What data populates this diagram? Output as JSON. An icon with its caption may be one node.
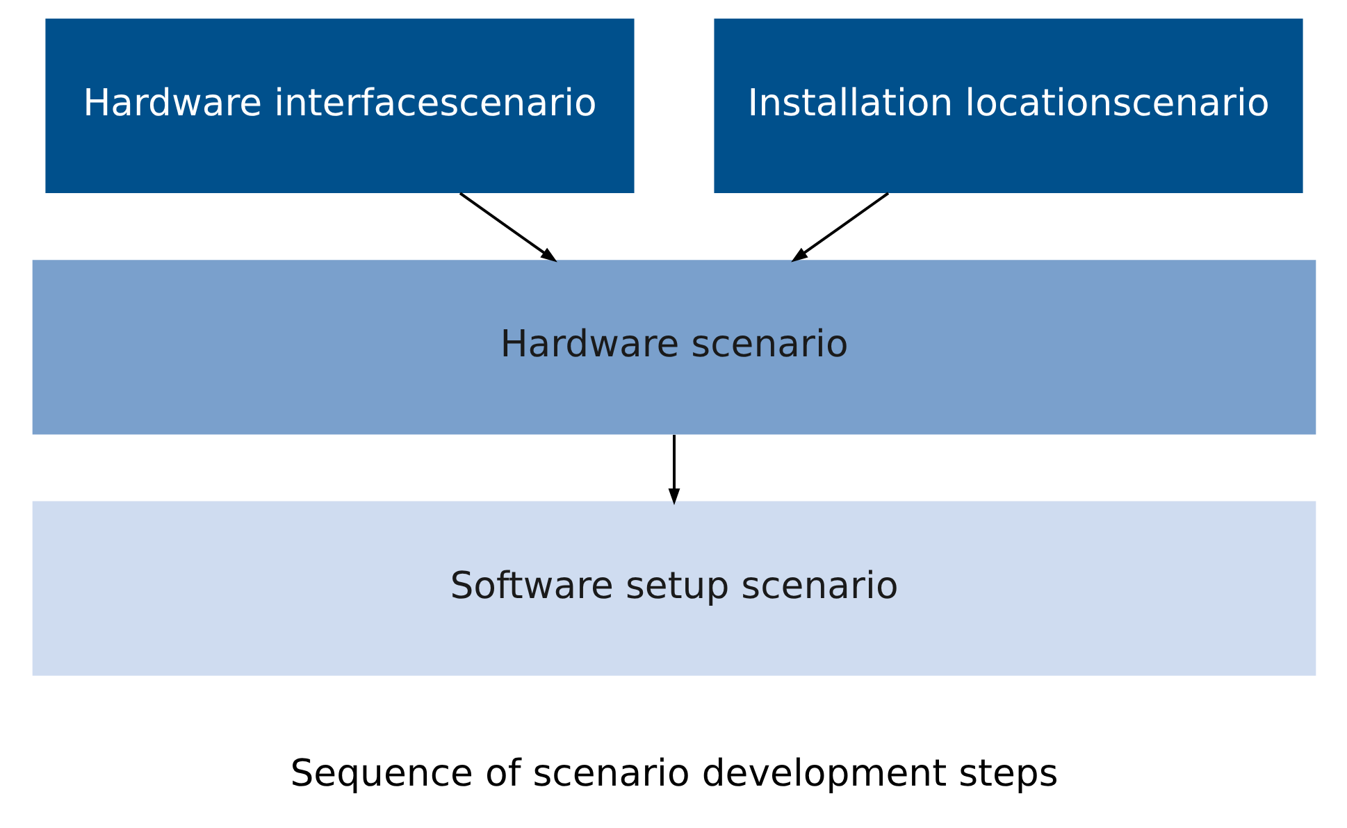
{
  "diagram": {
    "nodes": [
      {
        "text": [
          "Hardware interfacescenario"
        ]
      },
      {
        "text": [
          "Installation locationscenario"
        ]
      },
      {
        "text": [
          "Hardware scenario"
        ]
      },
      {
        "text": [
          "Software setup scenario"
        ]
      }
    ],
    "edges": [
      {
        "from": 0,
        "to": 2,
        "arrow": "to"
      },
      {
        "from": 1,
        "to": 2,
        "arrow": "to"
      },
      {
        "from": 2,
        "to": 3,
        "arrow": "to"
      }
    ],
    "legend": [
      {
        "text": "Sequence of scenario development steps"
      }
    ]
  }
}
